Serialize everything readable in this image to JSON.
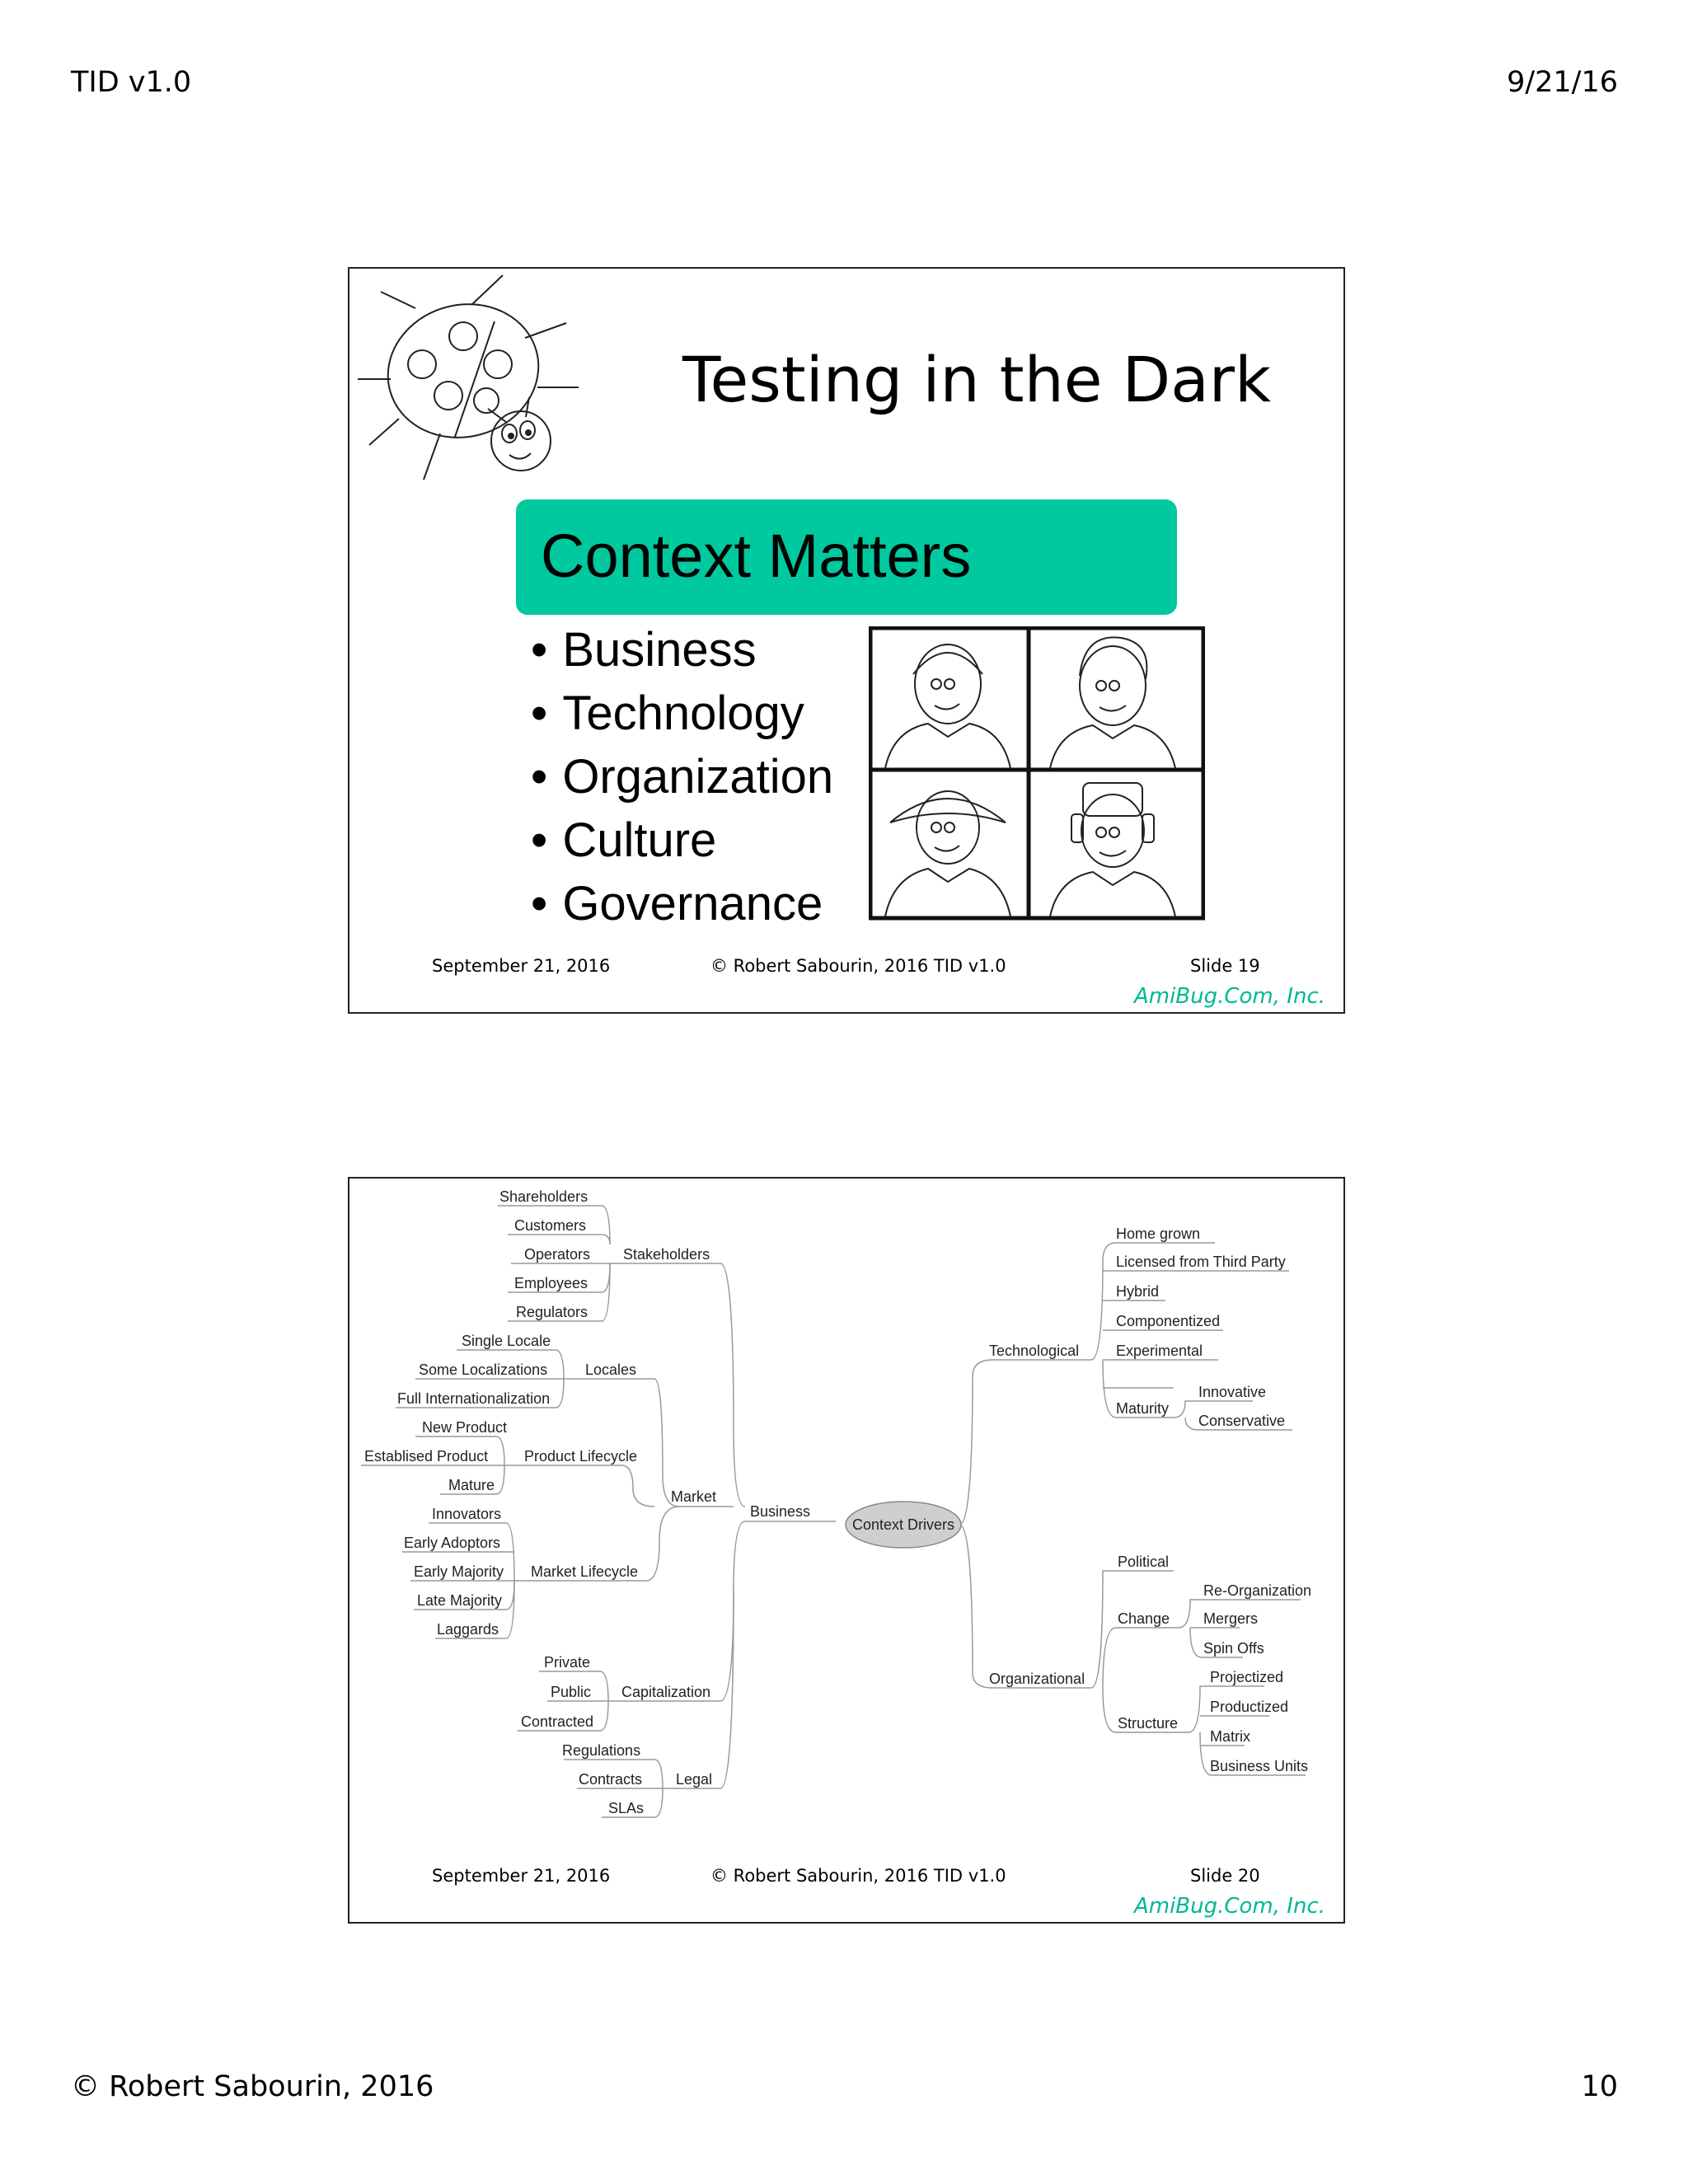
{
  "page": {
    "header_left": "TID v1.0",
    "header_right": "9/21/16",
    "footer_left": "© Robert Sabourin, 2016",
    "footer_right": "10"
  },
  "slide1": {
    "title": "Testing in the Dark",
    "banner": "Context Matters",
    "bullets": [
      "Business",
      "Technology",
      "Organization",
      "Culture",
      "Governance"
    ],
    "footer_date": "September 21, 2016",
    "footer_copy": "© Robert Sabourin, 2016 TID v1.0",
    "footer_slide": "Slide 19",
    "brand": "AmiBug.Com, Inc."
  },
  "slide2": {
    "center": "Context Drivers",
    "business": "Business",
    "stakeholders": "Stakeholders",
    "stakeholders_items": [
      "Shareholders",
      "Customers",
      "Operators",
      "Employees",
      "Regulators"
    ],
    "market": "Market",
    "locales": "Locales",
    "locales_items": [
      "Single Locale",
      "Some Localizations",
      "Full Internationalization"
    ],
    "product_lifecycle": "Product Lifecycle",
    "product_items": [
      "New Product",
      "Establised Product",
      "Mature"
    ],
    "market_lifecycle": "Market Lifecycle",
    "market_items": [
      "Innovators",
      "Early Adoptors",
      "Early Majority",
      "Late Majority",
      "Laggards"
    ],
    "capitalization": "Capitalization",
    "capitalization_items": [
      "Private",
      "Public",
      "Contracted"
    ],
    "legal": "Legal",
    "legal_items": [
      "Regulations",
      "Contracts",
      "SLAs"
    ],
    "technological": "Technological",
    "tech_items": [
      "Home grown",
      "Licensed from Third Party",
      "Hybrid",
      "Componentized",
      "Experimental"
    ],
    "maturity": "Maturity",
    "maturity_items": [
      "Innovative",
      "Conservative"
    ],
    "organizational": "Organizational",
    "political": "Political",
    "change": "Change",
    "change_items": [
      "Re-Organization",
      "Mergers",
      "Spin Offs"
    ],
    "structure": "Structure",
    "structure_items": [
      "Projectized",
      "Productized",
      "Matrix",
      "Business Units"
    ],
    "footer_date": "September 21, 2016",
    "footer_copy": "© Robert Sabourin, 2016 TID v1.0",
    "footer_slide": "Slide 20",
    "brand": "AmiBug.Com, Inc."
  }
}
